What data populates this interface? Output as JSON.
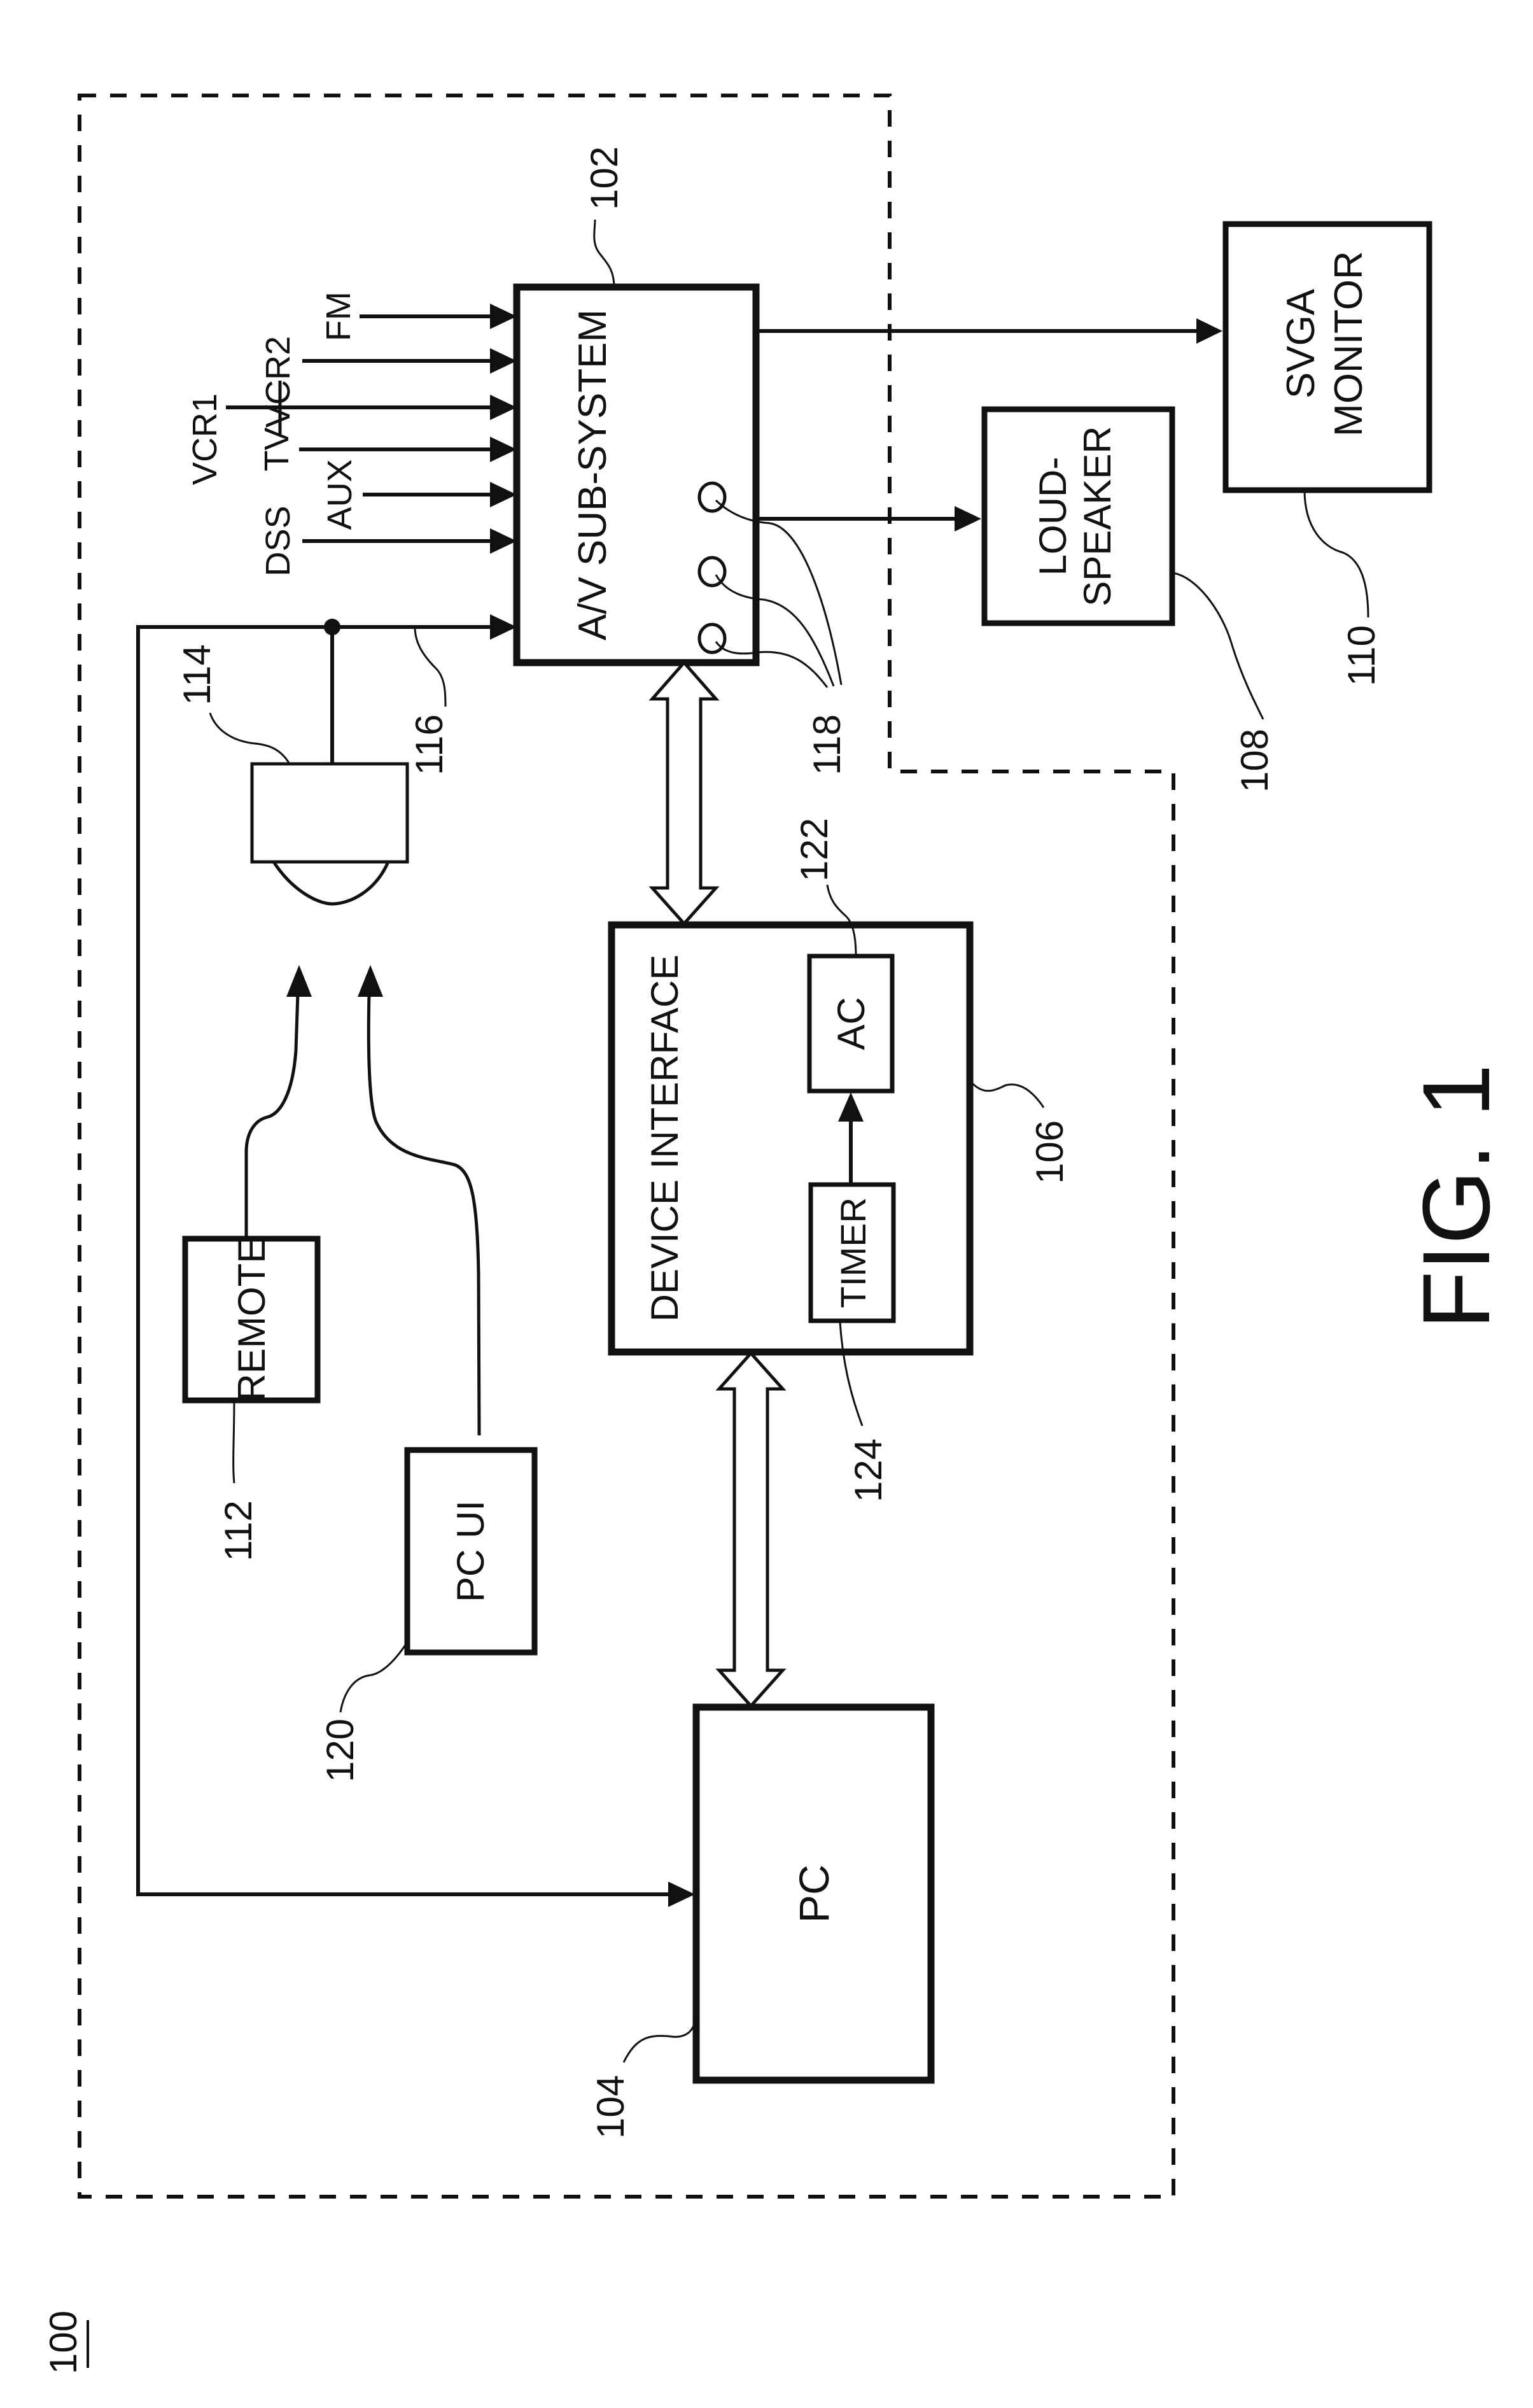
{
  "figure": {
    "title": "FIG. 1",
    "system_ref": "100"
  },
  "blocks": {
    "av_subsystem": {
      "label": "A/V SUB-SYSTEM",
      "ref": "102"
    },
    "pc": {
      "label": "PC",
      "ref": "104"
    },
    "device_interface": {
      "label": "DEVICE INTERFACE",
      "ref": "106"
    },
    "loudspeaker": {
      "label_line1": "LOUD-",
      "label_line2": "SPEAKER",
      "ref": "108"
    },
    "svga_monitor": {
      "label_line1": "SVGA",
      "label_line2": "MONITOR",
      "ref": "110"
    },
    "remote": {
      "label": "REMOTE",
      "ref": "112"
    },
    "ir_receiver": {
      "label": "",
      "ref": "114"
    },
    "pc_ui": {
      "label": "PC UI",
      "ref": "120"
    },
    "ac": {
      "label": "AC",
      "ref": "122"
    },
    "timer": {
      "label": "TIMER",
      "ref": "124"
    }
  },
  "signals": {
    "control_line_ref": "116",
    "connectors_ref": "118",
    "inputs": [
      "DSS",
      "AUX",
      "TV",
      "VCR1",
      "VCR2",
      "FM"
    ]
  }
}
